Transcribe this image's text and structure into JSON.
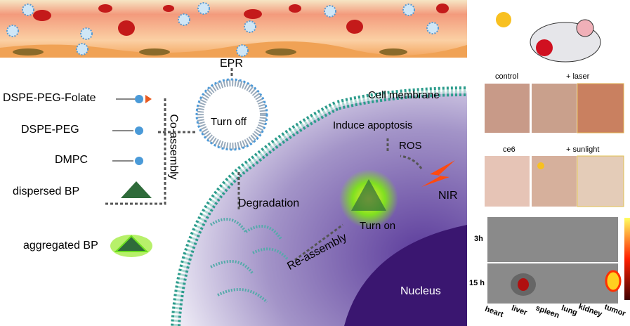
{
  "legend": {
    "items": [
      "DSPE-PEG-Folate",
      "DSPE-PEG",
      "DMPC",
      "dispersed BP",
      "aggregated BP"
    ],
    "co_assembly": "Co-assembly"
  },
  "labels": {
    "epr": "EPR",
    "turn_off": "Turn off",
    "cell_membrane": "Cell membrane",
    "induce_apoptosis": "Induce apoptosis",
    "ros": "ROS",
    "nir": "NIR",
    "degradation": "Degradation",
    "turn_on": "Turn on",
    "re_assembly": "Re-assembly",
    "nucleus": "Nucleus"
  },
  "panel": {
    "row1": [
      "control",
      "+ laser"
    ],
    "row2": [
      "ce6",
      "+ sunlight"
    ],
    "imaging_rows": [
      "3h",
      "15 h"
    ],
    "organs": [
      "heart",
      "liver",
      "spleen",
      "lung",
      "kidney",
      "tumor"
    ]
  },
  "colors": {
    "vessel": "#f7b08a",
    "cell": "#4a2a8a",
    "nucleus": "#3a1670",
    "bp": "#2f6b3a",
    "glow": "#9cf03a",
    "membrane": "#2c9c8c"
  }
}
